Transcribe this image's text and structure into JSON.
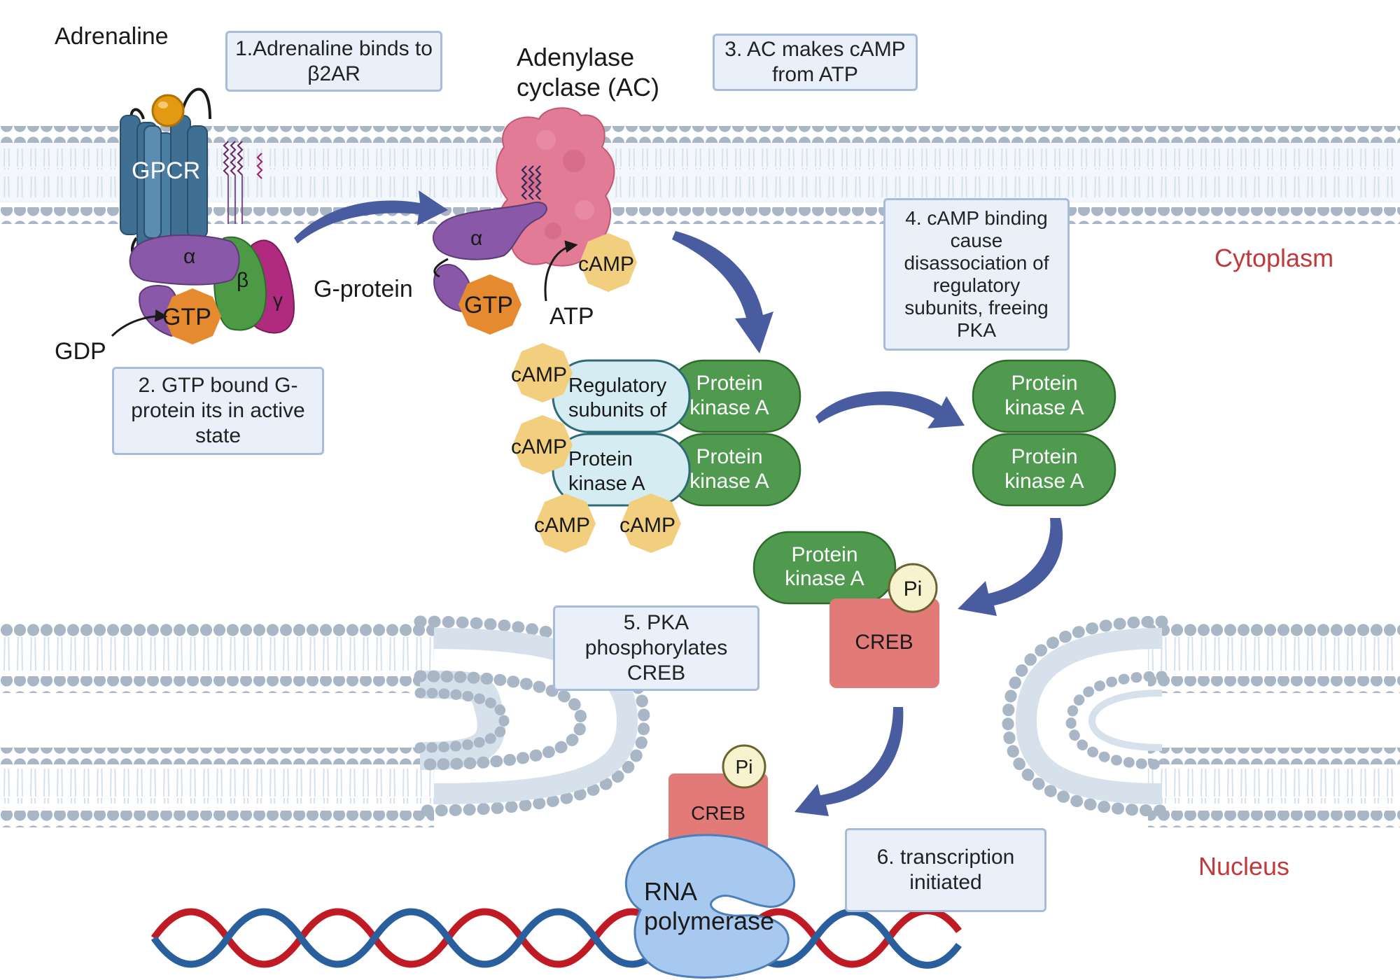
{
  "labels": {
    "adrenaline": "Adrenaline",
    "gpcr": "GPCR",
    "alpha": "α",
    "beta": "β",
    "gamma": "γ",
    "gtp": "GTP",
    "gdp": "GDP",
    "g_protein": "G-protein",
    "adenylase_cyclase_line1": "Adenylase",
    "adenylase_cyclase_line2": "cyclase (AC)",
    "atp": "ATP",
    "camp": "cAMP",
    "regulatory_line1": "Regulatory",
    "regulatory_line2": "subunits of",
    "regulatory_line3": "Protein",
    "regulatory_line4": "kinase A",
    "pka_line1": "Protein",
    "pka_line2": "kinase A",
    "pi": "Pi",
    "creb": "CREB",
    "rna_pol_line1": "RNA",
    "rna_pol_line2": "polymerase",
    "cytoplasm": "Cytoplasm",
    "nucleus": "Nucleus"
  },
  "steps": {
    "s1": "1.Adrenaline binds to β2AR",
    "s2": "2. GTP bound G-protein its in active state",
    "s3": "3. AC makes cAMP from ATP",
    "s4": "4. cAMP binding cause disassociation of regulatory subunits, freeing PKA",
    "s5": "5. PKA phosphorylates CREB",
    "s6": "6. transcription initiated"
  },
  "colors": {
    "membrane_head": "#a9b6c6",
    "membrane_tail": "#d3deea",
    "gpcr": "#3f6f93",
    "alpha": "#8a58a8",
    "beta": "#4c9a45",
    "gamma": "#b02a7f",
    "gtp": "#e58a2e",
    "camp": "#f1cf7e",
    "adenylyl_cyclase": "#e27b96",
    "pka": "#4f9a4e",
    "regulatory": "#d6ecf3",
    "creb": "#e27b78",
    "pi": "#f7f3cf",
    "arrow": "#4a5ca0",
    "rna_polymerase": "#a8c9ef",
    "dna_red": "#c01b24",
    "dna_blue": "#2a5f9e",
    "compartment_label": "#c0393b"
  }
}
